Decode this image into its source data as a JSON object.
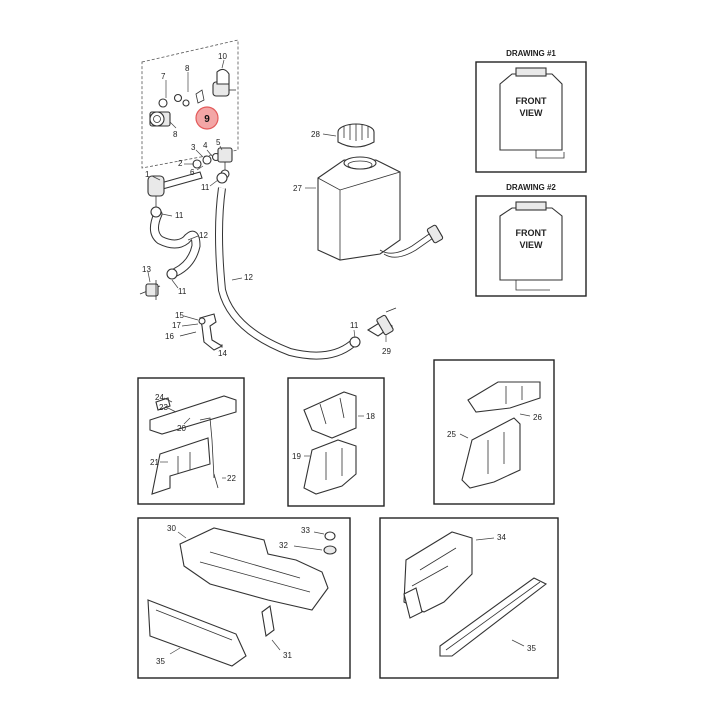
{
  "drawing1": {
    "title": "DRAWING #1",
    "line1": "FRONT",
    "line2": "VIEW"
  },
  "drawing2": {
    "title": "DRAWING #2",
    "line1": "FRONT",
    "line2": "VIEW"
  },
  "highlight": {
    "number": "9",
    "color": "#f3a6a6",
    "border": "#e35b5b"
  },
  "callouts": {
    "c1": "1",
    "c2": "2",
    "c3": "3",
    "c4": "4",
    "c5": "5",
    "c6": "6",
    "c7": "7",
    "c8a": "8",
    "c8b": "8",
    "c10": "10",
    "c11a": "11",
    "c11b": "11",
    "c11c": "11",
    "c11d": "11",
    "c12a": "12",
    "c12b": "12",
    "c13": "13",
    "c14": "14",
    "c15": "15",
    "c16": "16",
    "c17": "17",
    "c18": "18",
    "c19": "19",
    "c20": "20",
    "c21": "21",
    "c22": "22",
    "c23": "23",
    "c24": "24",
    "c25": "25",
    "c26": "26",
    "c27": "27",
    "c28": "28",
    "c29": "29",
    "c30": "30",
    "c31": "31",
    "c32": "32",
    "c33": "33",
    "c34": "34",
    "c35a": "35",
    "c35b": "35"
  }
}
